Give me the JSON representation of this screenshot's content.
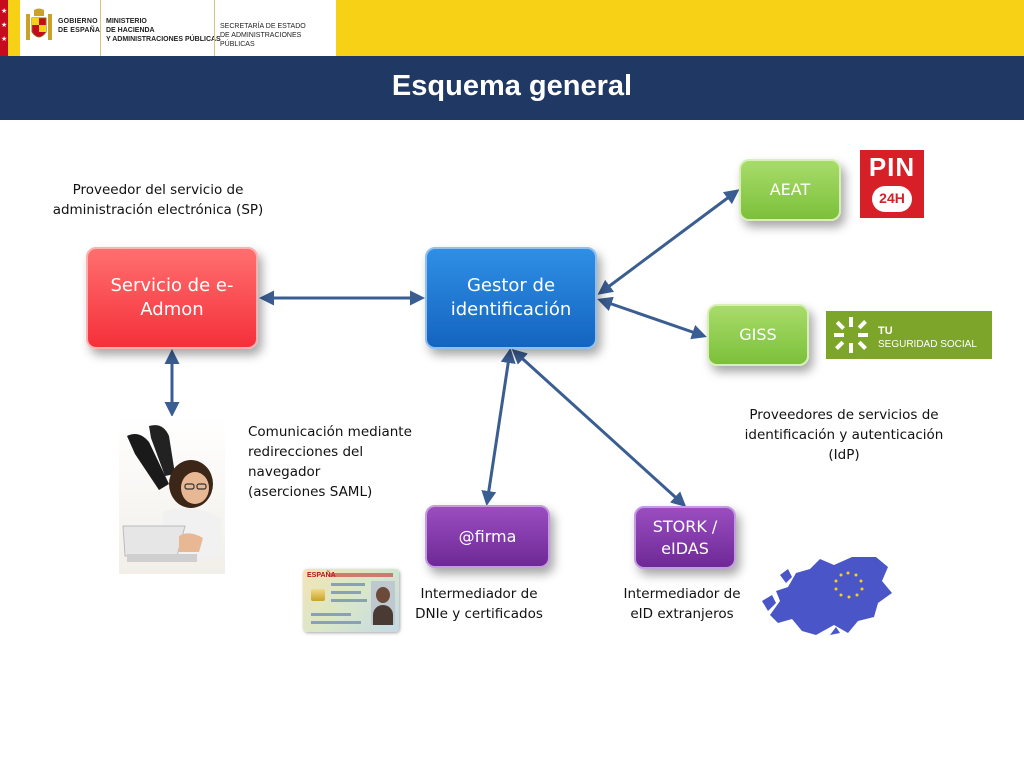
{
  "header": {
    "gov_line1": "GOBIERNO",
    "gov_line2": "DE ESPAÑA",
    "ministry_line1": "MINISTERIO",
    "ministry_line2": "DE HACIENDA",
    "ministry_line3": "Y ADMINISTRACIONES PÚBLICAS",
    "secretaria_line1": "SECRETARÍA DE ESTADO",
    "secretaria_line2": "DE ADMINISTRACIONES PÚBLICAS",
    "title": "Esquema general"
  },
  "diagram": {
    "nodes": {
      "servicio": {
        "line1": "Servicio de e-",
        "line2": "Admon"
      },
      "gestor": {
        "line1": "Gestor de",
        "line2": "identificación"
      },
      "aeat": {
        "label": "AEAT"
      },
      "giss": {
        "label": "GISS"
      },
      "firma": {
        "label": "@firma"
      },
      "stork": {
        "line1": "STORK /",
        "line2": "eIDAS"
      }
    },
    "labels": {
      "sp_line1": "Proveedor del servicio de",
      "sp_line2": "administración electrónica (SP)",
      "comm_line1": "Comunicación mediante",
      "comm_line2": "redirecciones del",
      "comm_line3": "navegador",
      "comm_line4": "(aserciones SAML)",
      "idp_line1": "Proveedores de servicios de",
      "idp_line2": "identificación y autenticación",
      "idp_line3": "(IdP)",
      "firma_line1": "Intermediador de",
      "firma_line2": "DNIe y certificados",
      "stork_line1": "Intermediador de",
      "stork_line2": "eID extranjeros"
    },
    "logos": {
      "pin_main": "PIN",
      "pin_badge": "24H",
      "tss_line1": "TU",
      "tss_line2": "SEGURIDAD SOCIAL",
      "dni_header": "ESPAÑA"
    }
  },
  "colors": {
    "header_yellow": "#f7d116",
    "title_bar": "#1f3864",
    "arrow": "#3a5d92",
    "red_box": "#f5303a",
    "blue_box": "#1464c0",
    "green_box": "#7cc03a",
    "purple_box": "#6e2996"
  }
}
